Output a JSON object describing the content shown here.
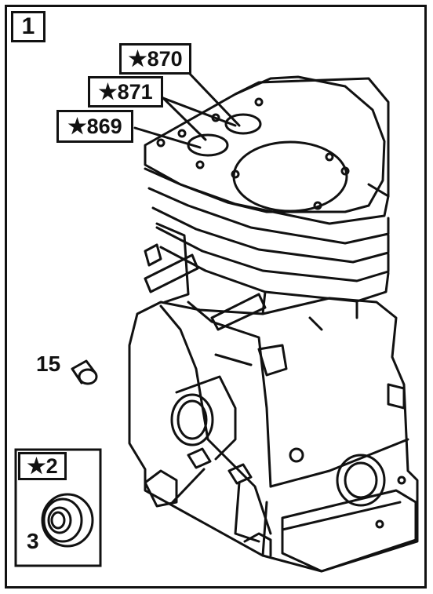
{
  "figure": {
    "number": "1",
    "callouts": {
      "ring_870": "★870",
      "ring_871": "★871",
      "ring_869": "★869",
      "plug": "15",
      "bearing_box": "★2",
      "bearing": "3"
    }
  }
}
